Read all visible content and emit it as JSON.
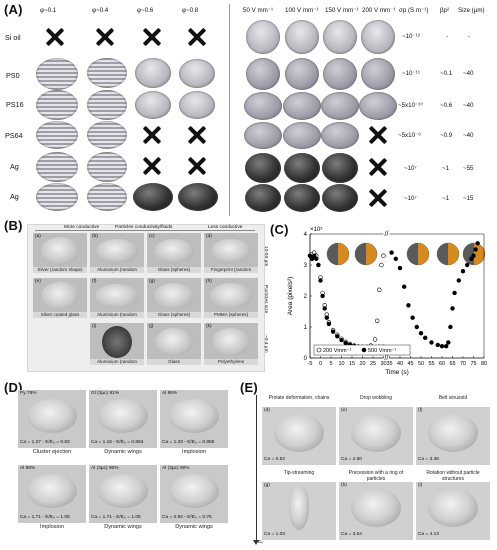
{
  "panelA": {
    "label": "(A)",
    "phi_headers": [
      "φ~0.1",
      "φ~0.4",
      "φ~0.6",
      "φ~0.8"
    ],
    "field_headers": [
      "50 V mm⁻¹",
      "100 V mm⁻¹",
      "150 V mm⁻¹",
      "200 V mm⁻¹"
    ],
    "prop_headers": {
      "sigma": "σp (S m⁻¹)",
      "beta": "βp²",
      "size": "Size (µm)"
    },
    "row_labels": [
      "Si oil",
      "PS0",
      "PS16",
      "PS64",
      "Ag",
      "Ag"
    ],
    "sigma_values": [
      "~10⁻¹²",
      "~10⁻¹¹",
      "~5x10⁻¹⁰",
      "~5x10⁻⁹",
      "~10⁷",
      "~10⁷"
    ],
    "beta_values": [
      "-",
      "~0.1",
      "~0.6",
      "~0.9",
      "~1",
      "~1"
    ],
    "size_values": [
      "-",
      "~40",
      "~40",
      "~40",
      "~55",
      "~15"
    ]
  },
  "panelB": {
    "label": "(B)",
    "header_labels": [
      "More conductive",
      "Particles conductivity/fluids",
      "Less conductive"
    ],
    "cells": [
      {
        "letter": "(a)",
        "caption": "Silver (random shape)"
      },
      {
        "letter": "(b)",
        "caption": "Aluminium (random shape)"
      },
      {
        "letter": "(c)",
        "caption": "Glass (spheres)"
      },
      {
        "letter": "(d)",
        "caption": "Fingerprint (random shape)"
      },
      {
        "letter": "(e)",
        "caption": "Silver coated glass (spheres)"
      },
      {
        "letter": "(f)",
        "caption": "Aluminium (random shape)"
      },
      {
        "letter": "(g)",
        "caption": "Glass (spheres)"
      },
      {
        "letter": "(h)",
        "caption": "PMMA (spheres)"
      },
      {
        "letter": "(i)",
        "caption": "Aluminium (random shape)"
      },
      {
        "letter": "(j)",
        "caption": "Glass"
      },
      {
        "letter": "(k)",
        "caption": "Polyethylene"
      }
    ],
    "side_labels": [
      "10-50 µm",
      "Particles size",
      "50-63 µm",
      "~0.4 µm"
    ]
  },
  "panelC": {
    "label": "(C)",
    "y_exp": "×10⁵",
    "ylabel": "Area (pixels²)",
    "xlabel": "Time (s)",
    "legend": [
      "200 Vmm⁻¹",
      "500 Vmm⁻¹"
    ],
    "chart_data": {
      "type": "scatter",
      "xlabel": "Time (s)",
      "ylabel": "Area (pixels²)",
      "y_multiplier": "×10⁵",
      "xlim": [
        -5,
        80
      ],
      "ylim": [
        0,
        4
      ],
      "x_ticks": [
        "-5",
        "0",
        "5",
        "10",
        "15",
        "20",
        "25",
        "30",
        "35",
        "40",
        "45",
        "50",
        "55",
        "60",
        "65",
        "70",
        "75",
        "80"
      ],
      "y_ticks": [
        "0",
        "1",
        "2",
        "3",
        "4"
      ],
      "axis_break_after": 30,
      "axis_break_before": 35,
      "series": [
        {
          "name": "200 Vmm⁻¹",
          "marker": "open circle",
          "x": [
            -5,
            -4,
            -3,
            -2,
            -1,
            0,
            1,
            2,
            3,
            4,
            6,
            8,
            10,
            12,
            14,
            16,
            18,
            20,
            22,
            24,
            26,
            27,
            28,
            29,
            30
          ],
          "y": [
            3.3,
            3.35,
            3.4,
            3.3,
            3.0,
            2.6,
            2.1,
            1.7,
            1.4,
            1.15,
            0.9,
            0.75,
            0.62,
            0.52,
            0.45,
            0.4,
            0.37,
            0.36,
            0.36,
            0.4,
            0.6,
            1.2,
            2.2,
            3.0,
            3.3
          ]
        },
        {
          "name": "500 Vmm⁻¹",
          "marker": "filled circle",
          "x": [
            -5,
            -4,
            -3,
            -2,
            -1,
            0,
            1,
            2,
            3,
            4,
            6,
            8,
            10,
            12,
            14,
            16,
            18,
            20,
            22,
            24,
            26,
            28,
            30,
            36,
            38,
            40,
            42,
            44,
            46,
            48,
            50,
            52,
            55,
            58,
            60,
            62,
            63,
            64,
            65,
            66,
            68,
            70,
            72,
            74,
            75,
            76,
            77
          ],
          "y": [
            3.3,
            3.2,
            3.3,
            3.2,
            3.0,
            2.5,
            2.0,
            1.6,
            1.3,
            1.1,
            0.85,
            0.7,
            0.58,
            0.48,
            0.42,
            0.38,
            0.35,
            0.34,
            0.34,
            0.35,
            0.35,
            0.36,
            0.36,
            3.4,
            3.2,
            2.9,
            2.3,
            1.7,
            1.3,
            1.0,
            0.8,
            0.65,
            0.5,
            0.42,
            0.38,
            0.38,
            0.5,
            1.0,
            1.6,
            2.1,
            2.5,
            2.8,
            3.0,
            3.2,
            3.3,
            3.5,
            3.7
          ]
        }
      ]
    }
  },
  "panelD": {
    "label": "(D)",
    "cells": [
      {
        "tag": "Py 78%",
        "ca": "Ca = 1.27 - E/E₀ = 0.83",
        "caption": "Cluster ejection"
      },
      {
        "tag": "Gl (3µc) 91%",
        "ca": "Ca = 1.16 - E/E₀ = 0.894",
        "caption": "Dynamic wings"
      },
      {
        "tag": "Al 86%",
        "ca": "Ca = 1.33 - E/E₀ = 0.855",
        "caption": "Implosion"
      },
      {
        "tag": "Al 88%",
        "ca": "Ca = 1.71 - E/E₀ = 1.05",
        "caption": "Implosion"
      },
      {
        "tag": "Al (3µc) 90%",
        "ca": "Ca = 1.71 - E/E₀ = 1.05",
        "caption": "Dynamic wings"
      },
      {
        "tag": "Al (3µc) 90%",
        "ca": "Ca = 0.92 - E/E₀ = 0.76",
        "caption": "Dynamic wings"
      }
    ]
  },
  "panelE": {
    "label": "(E)",
    "cells": [
      {
        "title": "Prolate deformation, chains",
        "letter": "(d)",
        "ca": "Ca = 0.52"
      },
      {
        "title": "Drop wobbling",
        "letter": "(e)",
        "ca": "Ca = 2.60"
      },
      {
        "title": "Belt sinusoid",
        "letter": "(f)",
        "ca": "Ca = 3.36"
      },
      {
        "title": "Tip-streaming",
        "letter": "(g)",
        "ca": "Ca = 1.03"
      },
      {
        "title": "Precession with a ring of particles",
        "letter": "(h)",
        "ca": "Ca = 3.54"
      },
      {
        "title": "Rotation without particle structures",
        "letter": "(i)",
        "ca": "Ca = 4.13"
      }
    ],
    "axis_label": "E₀"
  }
}
